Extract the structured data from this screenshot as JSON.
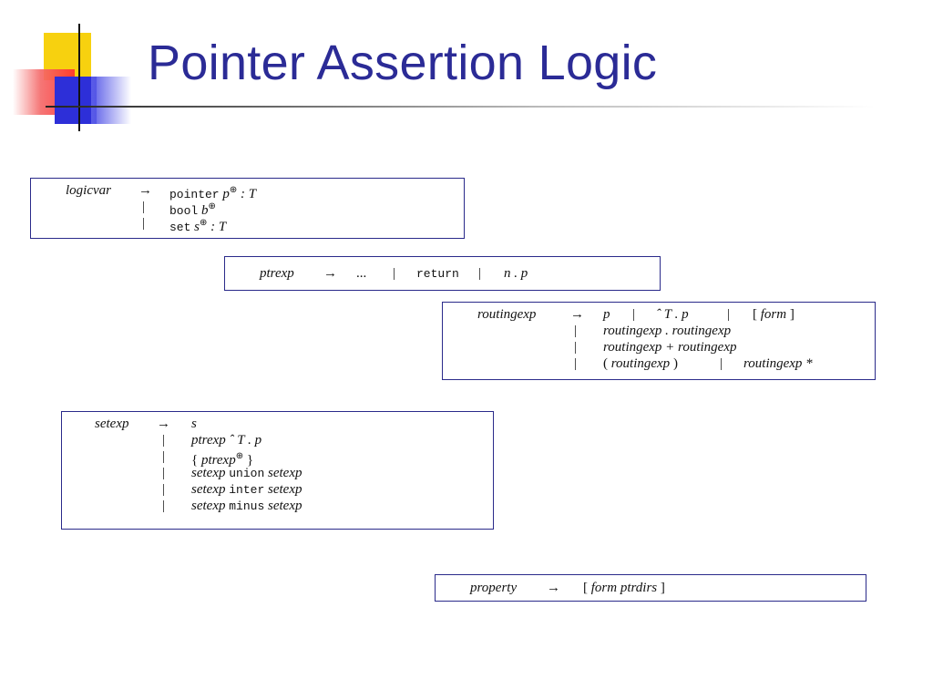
{
  "title": "Pointer Assertion Logic",
  "rules": {
    "logicvar": {
      "lhs": "logicvar",
      "arrow": "→",
      "bar": "|",
      "alt1_kw": "pointer",
      "alt1_var": "p",
      "alt1_sup": "⊕",
      "alt1_type": ": T",
      "alt2_kw": "bool",
      "alt2_var": "b",
      "alt2_sup": "⊕",
      "alt3_kw": "set",
      "alt3_var": "s",
      "alt3_sup": "⊕",
      "alt3_type": ": T"
    },
    "ptrexp": {
      "lhs": "ptrexp",
      "arrow": "→",
      "alt1": "...",
      "bar": "|",
      "alt2": "return",
      "alt3": "n . p"
    },
    "routingexp": {
      "lhs": "routingexp",
      "arrow": "→",
      "bar": "|",
      "alt1": "p",
      "alt2": "ˆ T . p",
      "alt3_l": "[",
      "alt3_m": "form",
      "alt3_r": "]",
      "alt4": "routingexp . routingexp",
      "alt5": "routingexp + routingexp",
      "alt6_l": "(",
      "alt6_m": "routingexp",
      "alt6_r": ")",
      "alt7": "routingexp *"
    },
    "setexp": {
      "lhs": "setexp",
      "arrow": "→",
      "bar": "|",
      "alt1": "s",
      "alt2": "ptrexp ˆ T . p",
      "alt3_l": "{",
      "alt3_m": "ptrexp",
      "alt3_sup": "⊕",
      "alt3_r": "}",
      "alt4_a": "setexp",
      "alt4_kw": "union",
      "alt4_b": "setexp",
      "alt5_a": "setexp",
      "alt5_kw": "inter",
      "alt5_b": "setexp",
      "alt6_a": "setexp",
      "alt6_kw": "minus",
      "alt6_b": "setexp"
    },
    "property": {
      "lhs": "property",
      "arrow": "→",
      "rhs_l": "[",
      "rhs_m": "form ptrdirs",
      "rhs_r": "]"
    }
  }
}
